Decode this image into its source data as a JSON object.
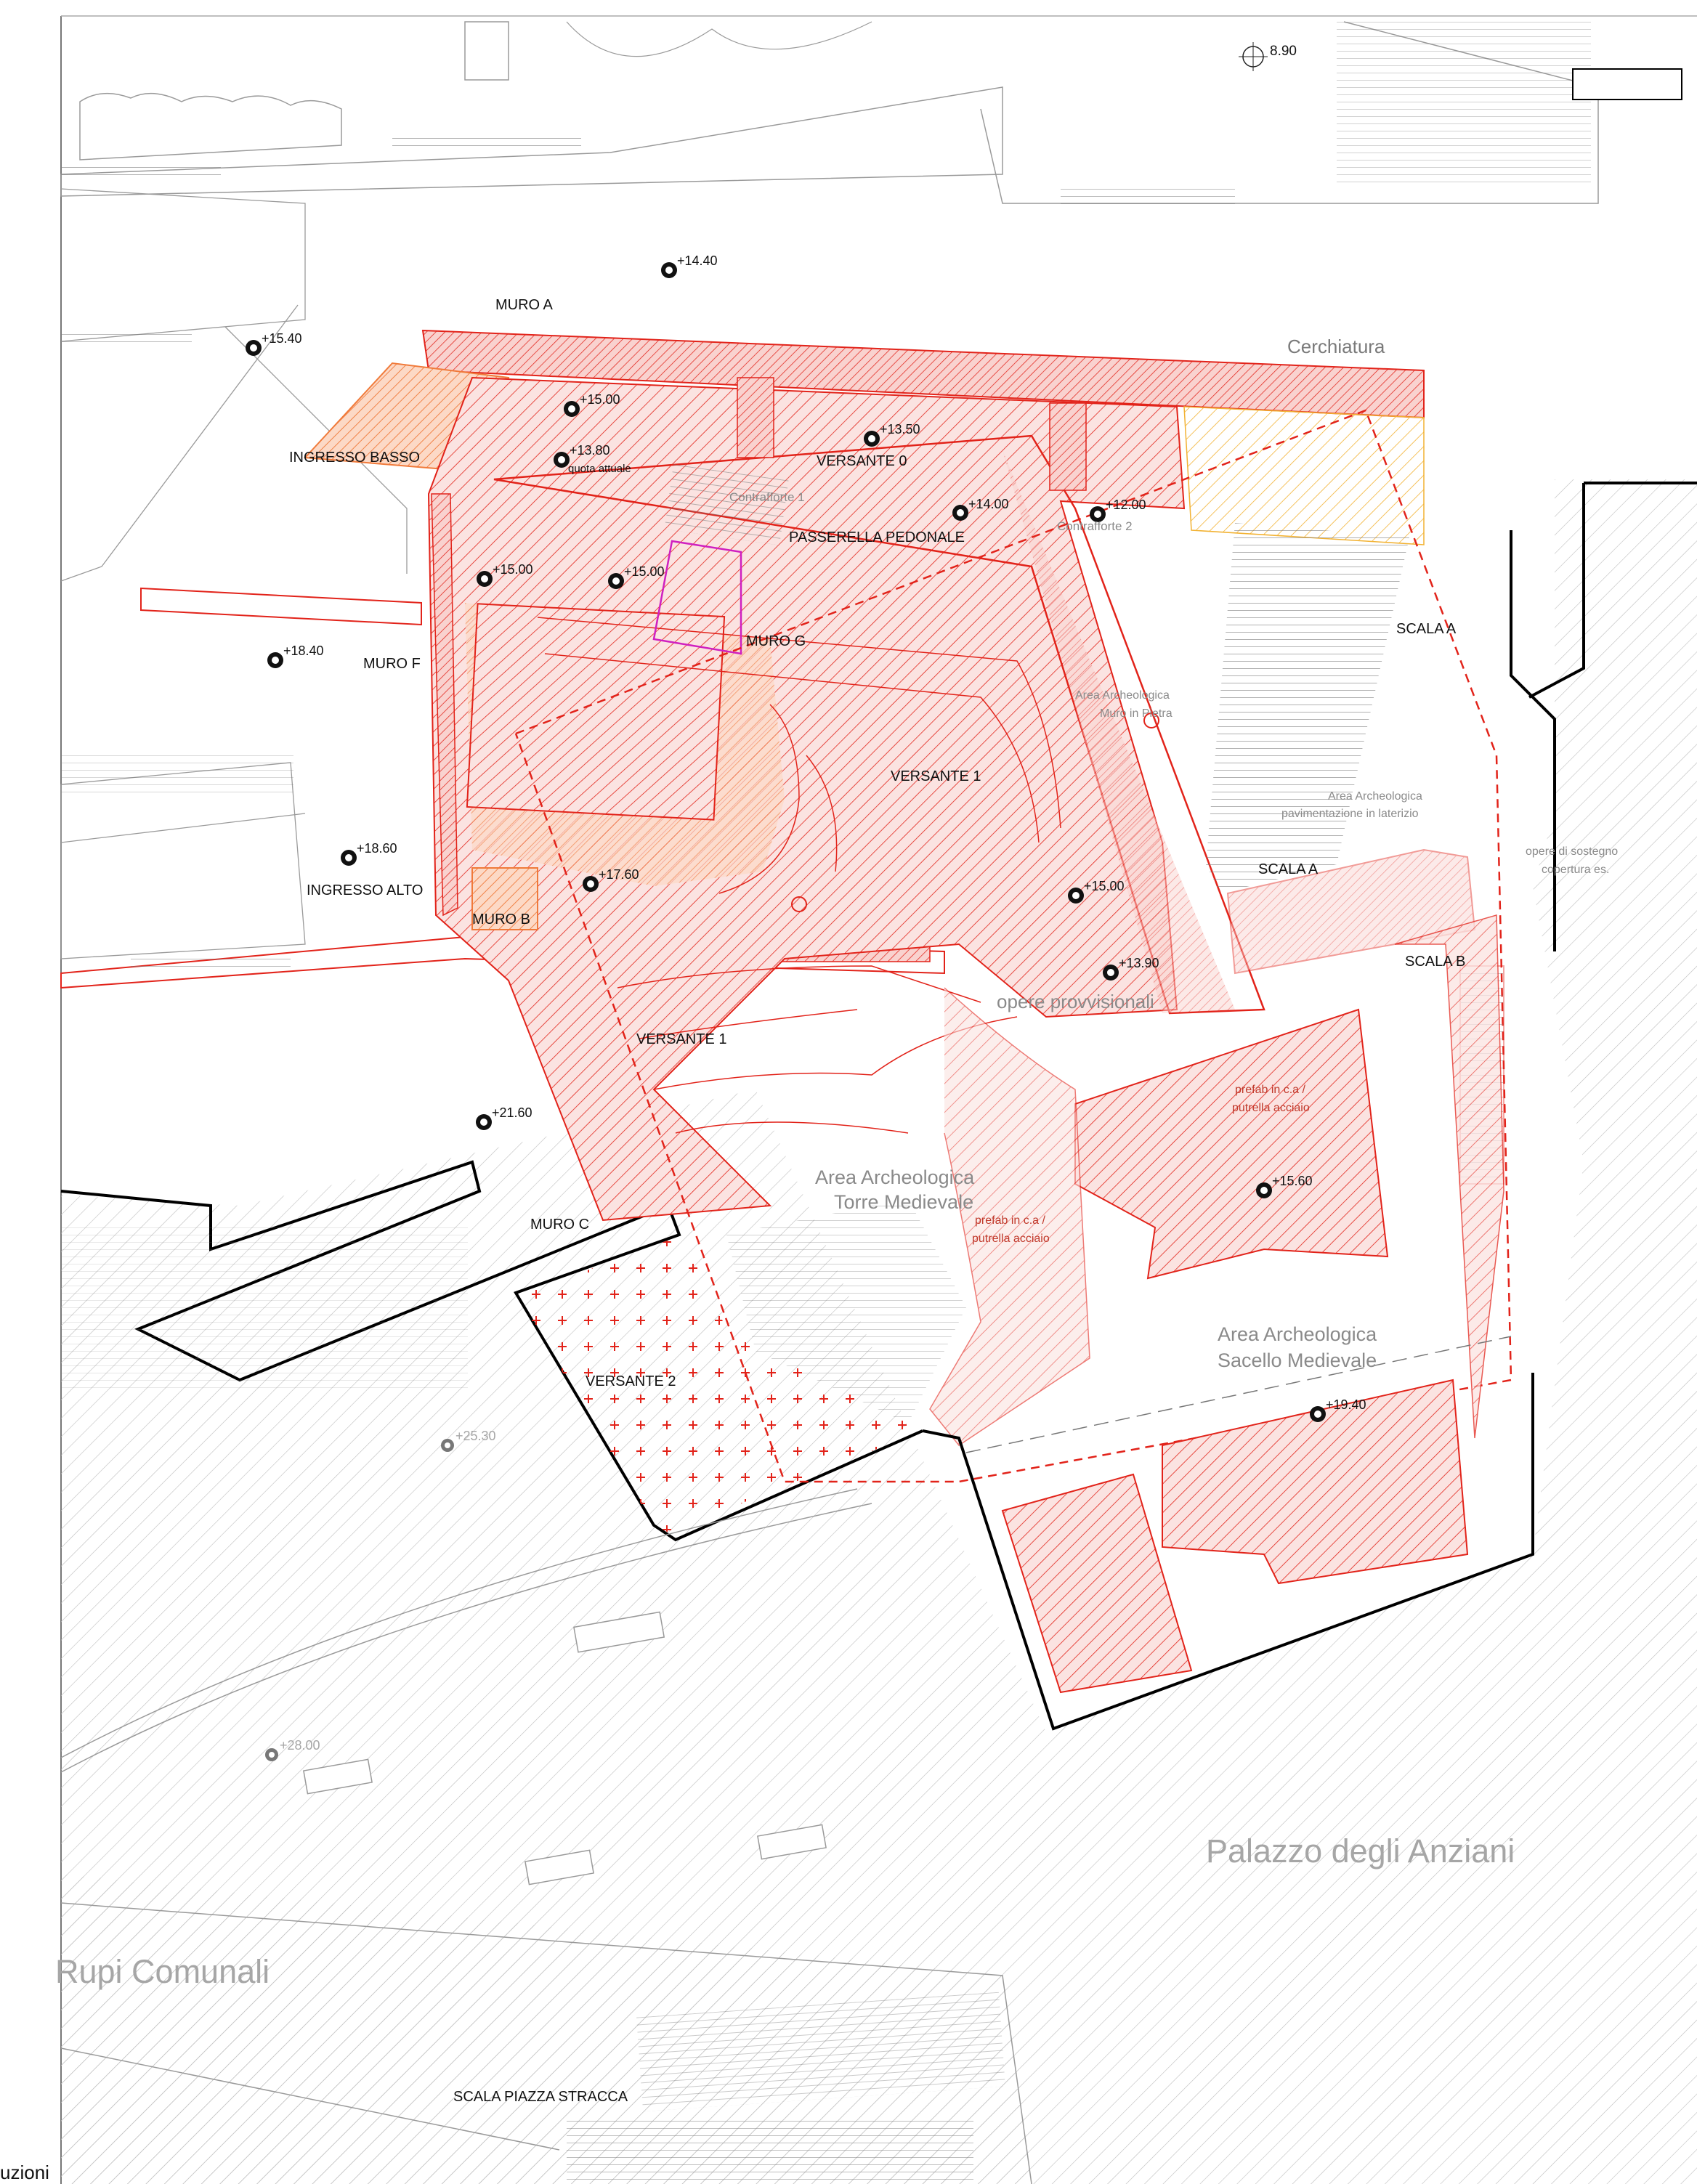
{
  "labels": {
    "muro_a": "MURO A",
    "muro_b": "MURO B",
    "muro_c": "MURO C",
    "muro_f": "MURO F",
    "muro_g": "MURO G",
    "ingresso_basso": "INGRESSO BASSO",
    "ingresso_alto": "INGRESSO ALTO",
    "versante_0": "VERSANTE 0",
    "versante_1a": "VERSANTE 1",
    "versante_1b": "VERSANTE 1",
    "versante_2": "VERSANTE 2",
    "passerella": "PASSERELLA PEDONALE",
    "contrafforte_1": "Contrafforte 1",
    "contrafforte_2": "Contrafforte 2",
    "cerchiatura": "Cerchiatura",
    "scala_a_top": "SCALA A",
    "scala_a_bottom": "SCALA A",
    "scala_b": "SCALA B",
    "scala_piazza": "SCALA PIAZZA STRACCA",
    "opere_provvisionali": "opere provvisionali",
    "area_muro_1": "Area Archeologica",
    "area_muro_2": "Muro in Pietra",
    "area_pav_1": "Area Archeologica",
    "area_pav_2": "pavimentazione in laterizio",
    "opere_sostegno_1": "opere di sostegno",
    "opere_sostegno_2": "copertura es.",
    "torre_1": "Area Archeologica",
    "torre_2": "Torre Medievale",
    "sacello_1": "Area Archeologica",
    "sacello_2": "Sacello Medievale",
    "prefab_a_1": "prefab in c.a /",
    "prefab_a_2": "putrella acciaio",
    "prefab_b_1": "prefab in c.a /",
    "prefab_b_2": "putrella acciaio",
    "palazzo": "Palazzo degli Anziani",
    "rupi": "Rupi Comunali",
    "corner": "uzioni",
    "quota_attuale": "quota attuale"
  },
  "elevations": [
    {
      "id": "e-8-90",
      "text": "8.90"
    },
    {
      "id": "e-14-40",
      "text": "+14.40"
    },
    {
      "id": "e-15-40",
      "text": "+15.40"
    },
    {
      "id": "e-15-00a",
      "text": "+15.00"
    },
    {
      "id": "e-13-50",
      "text": "+13.50"
    },
    {
      "id": "e-13-80",
      "text": "+13.80"
    },
    {
      "id": "e-14-00",
      "text": "+14.00"
    },
    {
      "id": "e-12-00",
      "text": "+12.00"
    },
    {
      "id": "e-15-00b",
      "text": "+15.00"
    },
    {
      "id": "e-15-00c",
      "text": "+15.00"
    },
    {
      "id": "e-18-40",
      "text": "+18.40"
    },
    {
      "id": "e-18-60",
      "text": "+18.60"
    },
    {
      "id": "e-17-60",
      "text": "+17.60"
    },
    {
      "id": "e-15-00d",
      "text": "+15.00"
    },
    {
      "id": "e-13-90",
      "text": "+13.90"
    },
    {
      "id": "e-21-60",
      "text": "+21.60"
    },
    {
      "id": "e-15-60",
      "text": "+15.60"
    },
    {
      "id": "e-19-40",
      "text": "+19.40"
    },
    {
      "id": "e-25-30",
      "text": "+25.30"
    },
    {
      "id": "e-28-00",
      "text": "+28.00"
    }
  ],
  "colors": {
    "intervention_red": "#e2231a",
    "hatch_orange": "#f07a3a",
    "hatch_yellow": "#f2b233",
    "line_grey": "#9a9a9a",
    "stair_grey": "#7d7d7d",
    "boundary_black": "#000000",
    "magenta": "#d020c0"
  }
}
